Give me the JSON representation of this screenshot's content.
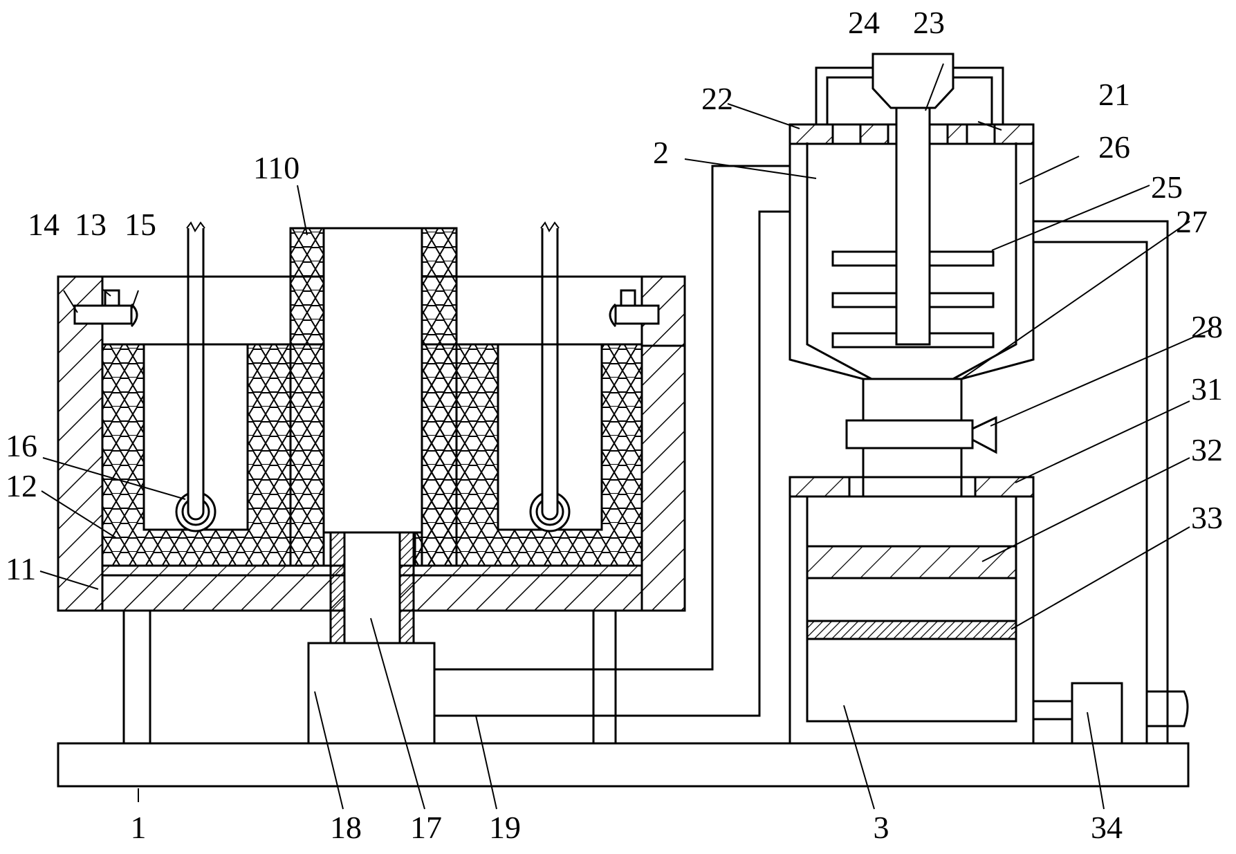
{
  "labels": {
    "l1": "1",
    "l2": "2",
    "l3": "3",
    "l11": "11",
    "l12": "12",
    "l13": "13",
    "l14": "14",
    "l15": "15",
    "l16": "16",
    "l17": "17",
    "l18": "18",
    "l19": "19",
    "l110": "110",
    "l21": "21",
    "l22": "22",
    "l23": "23",
    "l24": "24",
    "l25": "25",
    "l26": "26",
    "l27": "27",
    "l28": "28",
    "l31": "31",
    "l32": "32",
    "l33": "33",
    "l34": "34"
  }
}
